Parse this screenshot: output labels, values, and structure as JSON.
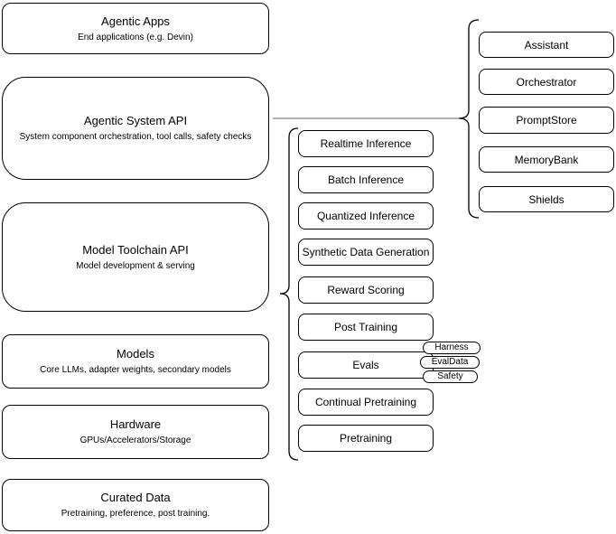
{
  "left_stack": [
    {
      "title": "Agentic Apps",
      "subtitle": "End applications (e.g. Devin)"
    },
    {
      "title": "Agentic System API",
      "subtitle": "System component orchestration, tool calls, safety checks"
    },
    {
      "title": "Model Toolchain API",
      "subtitle": "Model development & serving"
    },
    {
      "title": "Models",
      "subtitle": "Core LLMs, adapter weights, secondary models"
    },
    {
      "title": "Hardware",
      "subtitle": "GPUs/Accelerators/Storage"
    },
    {
      "title": "Curated Data",
      "subtitle": "Pretraining, preference, post training."
    }
  ],
  "toolchain": {
    "items": [
      "Realtime Inference",
      "Batch Inference",
      "Quantized Inference",
      "Synthetic Data Generation",
      "Reward Scoring",
      "Post Training",
      "Evals",
      "Continual Pretraining",
      "Pretraining"
    ]
  },
  "eval_tags": [
    "Harness",
    "EvalData",
    "Safety"
  ],
  "system_components": [
    "Assistant",
    "Orchestrator",
    "PromptStore",
    "MemoryBank",
    "Shields"
  ],
  "colors": {
    "node_stroke": "#000000",
    "node_fill": "#ffffff",
    "background": "#ffffff",
    "connector_line": "#808080",
    "brace_stroke": "#000000"
  }
}
